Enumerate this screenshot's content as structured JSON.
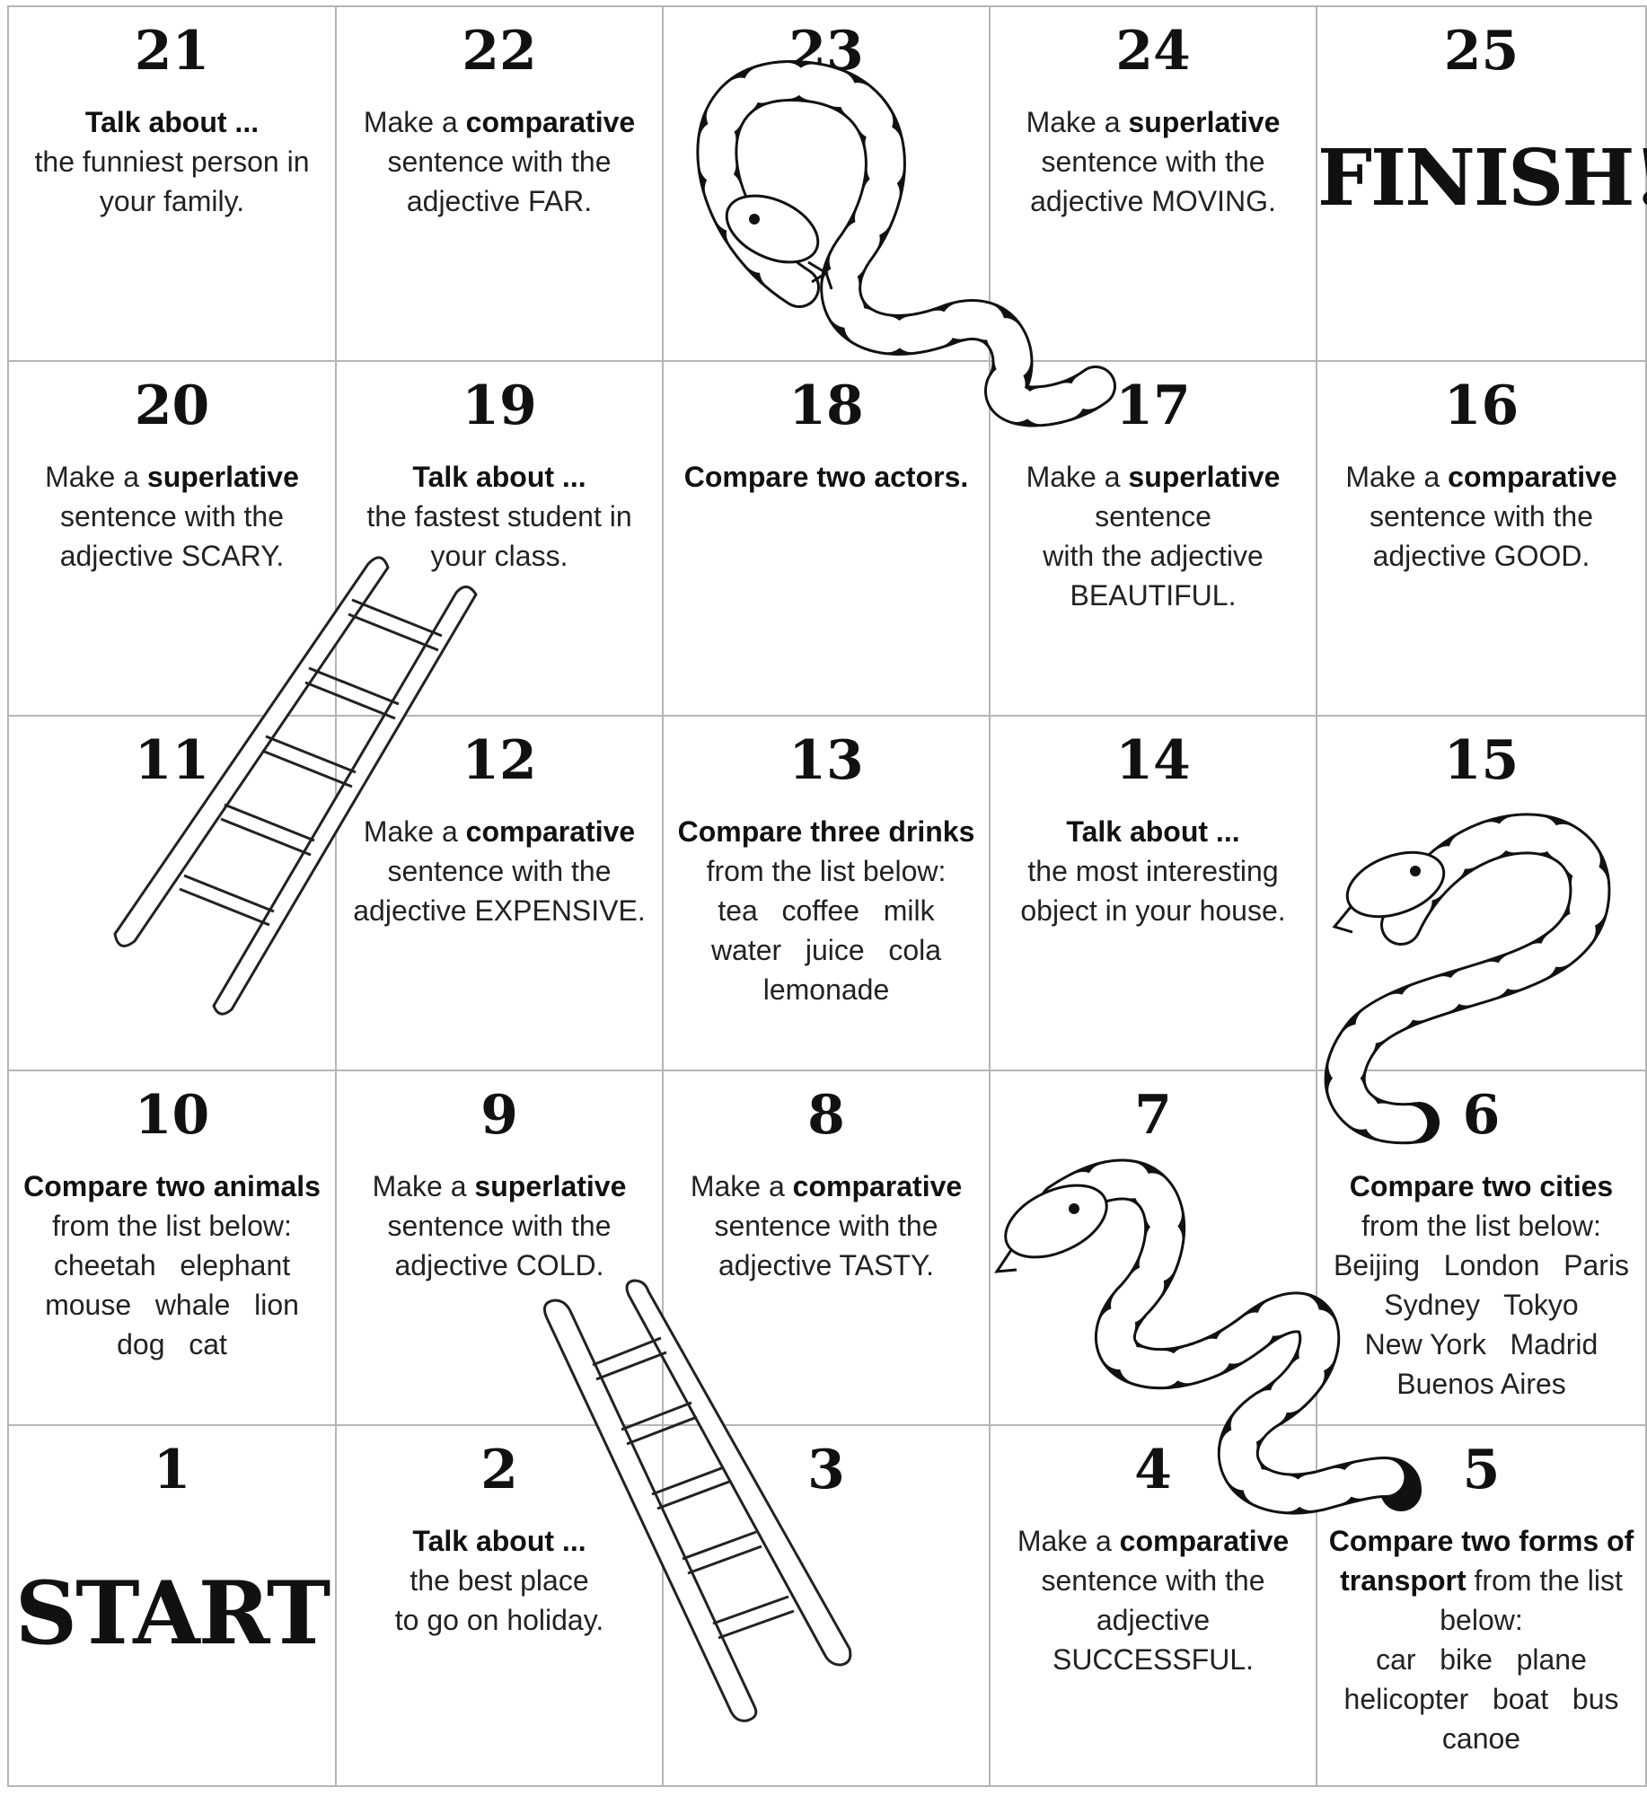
{
  "board": {
    "cells": {
      "c21": {
        "number": "21",
        "bold": "Talk about ...",
        "text": "the funniest person in your family."
      },
      "c22": {
        "number": "22",
        "pre": "Make a ",
        "bold": "comparative",
        "text": "sentence with the adjective FAR."
      },
      "c23": {
        "number": "23"
      },
      "c24": {
        "number": "24",
        "pre": "Make a ",
        "bold": "superlative",
        "text": "sentence with the adjective MOVING."
      },
      "c25": {
        "number": "25",
        "label": "FINISH!"
      },
      "c20": {
        "number": "20",
        "pre": "Make a ",
        "bold": "superlative",
        "text": "sentence with the adjective SCARY."
      },
      "c19": {
        "number": "19",
        "bold": "Talk about ...",
        "text": "the fastest student in your class."
      },
      "c18": {
        "number": "18",
        "bold": "Compare two actors."
      },
      "c17": {
        "number": "17",
        "pre": "Make a ",
        "bold": "superlative",
        "text": "sentence",
        "text2": "with the adjective BEAUTIFUL."
      },
      "c16": {
        "number": "16",
        "pre": "Make a ",
        "bold": "comparative",
        "text": "sentence with the adjective GOOD."
      },
      "c11": {
        "number": "11"
      },
      "c12": {
        "number": "12",
        "pre": "Make a ",
        "bold": "comparative",
        "text": "sentence with the adjective EXPENSIVE."
      },
      "c13": {
        "number": "13",
        "bold": "Compare three drinks",
        "text": "from the list below:",
        "list1": "tea   coffee   milk",
        "list2": "water   juice   cola",
        "list3": "lemonade"
      },
      "c14": {
        "number": "14",
        "bold": "Talk about ...",
        "text": "the most interesting object in your house."
      },
      "c15": {
        "number": "15"
      },
      "c10": {
        "number": "10",
        "bold": "Compare two animals",
        "text": "from the list below:",
        "list1": "cheetah   elephant",
        "list2": "mouse   whale   lion",
        "list3": "dog   cat"
      },
      "c9": {
        "number": "9",
        "pre": "Make a ",
        "bold": "superlative",
        "text": "sentence with the adjective COLD."
      },
      "c8": {
        "number": "8",
        "pre": "Make a ",
        "bold": "comparative",
        "text": "sentence with the adjective TASTY."
      },
      "c7": {
        "number": "7"
      },
      "c6": {
        "number": "6",
        "bold": "Compare two cities",
        "text": "from the list below:",
        "list1": "Beijing   London   Paris",
        "list2": "Sydney   Tokyo",
        "list3": "New York   Madrid",
        "list4": "Buenos Aires"
      },
      "c1": {
        "number": "1",
        "label": "START"
      },
      "c2": {
        "number": "2",
        "bold": "Talk about ...",
        "text": "the best place",
        "text2": "to go on holiday."
      },
      "c3": {
        "number": "3"
      },
      "c4": {
        "number": "4",
        "pre": "Make a ",
        "bold": "comparative",
        "text": "sentence with the adjective SUCCESSFUL."
      },
      "c5": {
        "number": "5",
        "bold": "Compare two forms of transport",
        "text": "from the list below:",
        "list1": "car   bike   plane",
        "list2": "helicopter   boat   bus",
        "list3": "canoe"
      }
    }
  }
}
